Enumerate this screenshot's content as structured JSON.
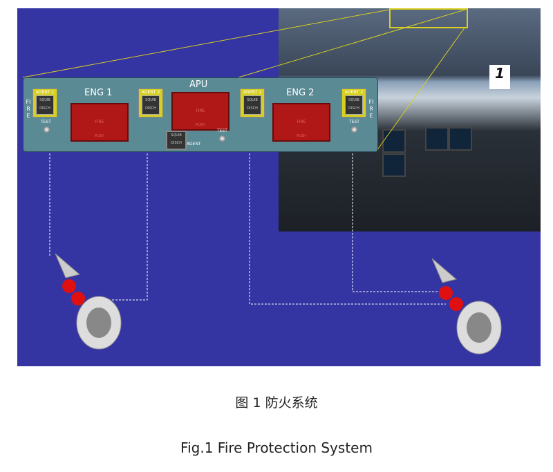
{
  "figure": {
    "panel": {
      "eng1_label": "ENG 1",
      "apu_label": "APU",
      "eng2_label": "ENG 2",
      "agent1": "AGENT 1",
      "agent2": "AGENT 2",
      "squib": "SQUIB",
      "disch": "DISCH",
      "fire": "FIRE",
      "push": "PUSH",
      "test": "TEST",
      "agent": "AGENT",
      "fire_vertical": "FIRE"
    },
    "photo_marker": "1",
    "colors": {
      "background": "#3434a2",
      "panel": "#5a8a94",
      "highlight": "#d8d020",
      "fire_button": "#b01818"
    }
  },
  "caption_cn": "图 1 防火系统",
  "caption_en": "Fig.1 Fire Protection System"
}
